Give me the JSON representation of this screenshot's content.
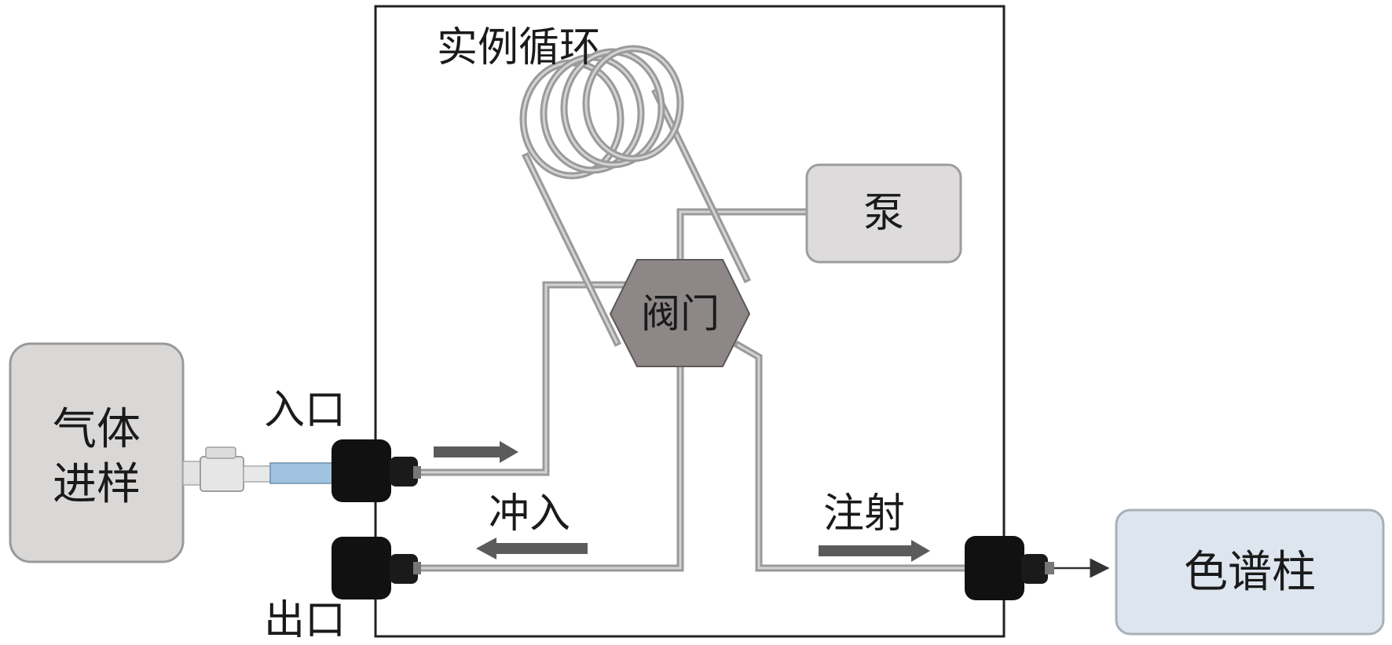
{
  "labels": {
    "sample_loop": "实例循环",
    "pump": "泵",
    "valve": "阀门",
    "gas_sample_line1": "气体",
    "gas_sample_line2": "进样",
    "inlet": "入口",
    "outlet": "出口",
    "flush": "冲入",
    "inject": "注射",
    "column": "色谱柱"
  },
  "colors": {
    "box_stroke": "#222222",
    "tube": "#9a9a9a",
    "tube_inner": "#cfcfcf",
    "pump_fill": "#dddbdb",
    "gas_fill": "#dad7d7",
    "column_fill": "#dde5ef",
    "valve_fill": "#8e8787",
    "fitting": "#111111",
    "arrow": "#5b5b5b",
    "sample_pipe": "#9fc3e0"
  }
}
